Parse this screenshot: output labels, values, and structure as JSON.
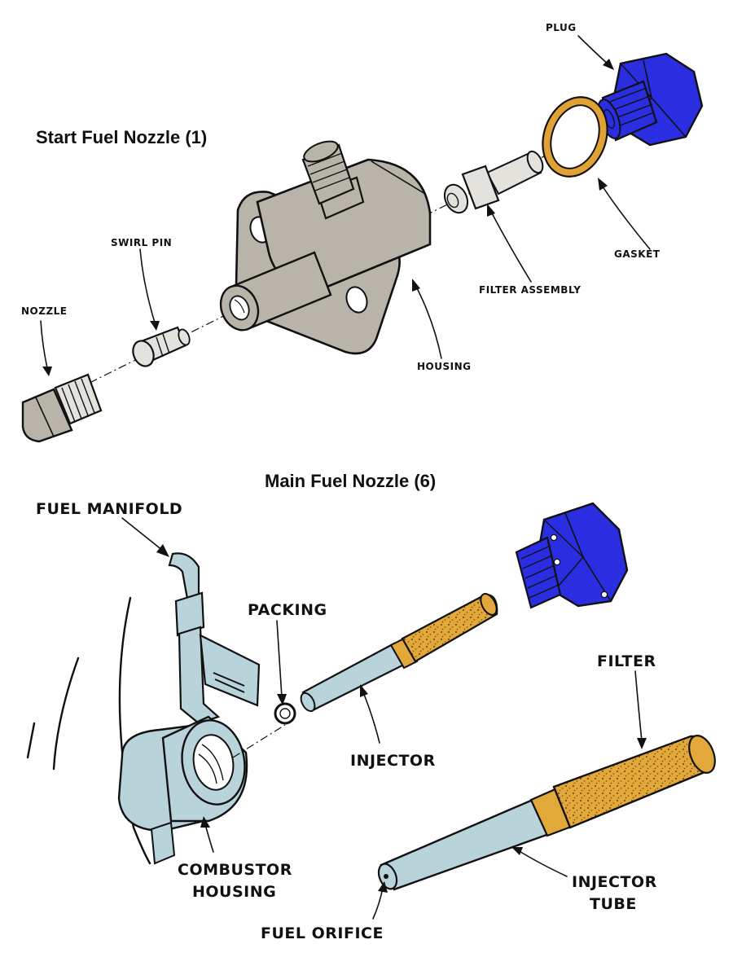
{
  "titles": {
    "start": "Start Fuel Nozzle (1)",
    "main": "Main Fuel Nozzle (6)"
  },
  "labels": {
    "plug": "PLUG",
    "gasket": "GASKET",
    "filter_assembly": "FILTER ASSEMBLY",
    "housing": "HOUSING",
    "swirl_pin": "SWIRL PIN",
    "nozzle": "NOZZLE",
    "fuel_manifold": "FUEL MANIFOLD",
    "packing": "PACKING",
    "injector": "INJECTOR",
    "filter": "FILTER",
    "combustor_housing_1": "COMBUSTOR",
    "combustor_housing_2": "HOUSING",
    "injector_tube_1": "INJECTOR",
    "injector_tube_2": "TUBE",
    "fuel_orifice": "FUEL ORIFICE"
  },
  "colors": {
    "plug_blue": "#2a2ee0",
    "gasket_orange": "#e0a234",
    "housing_gray": "#b9b4aa",
    "part_light_gray": "#e4e2dc",
    "metal_light_blue": "#b8d3da",
    "filter_gold": "#e2a83a",
    "outline": "#111111"
  }
}
